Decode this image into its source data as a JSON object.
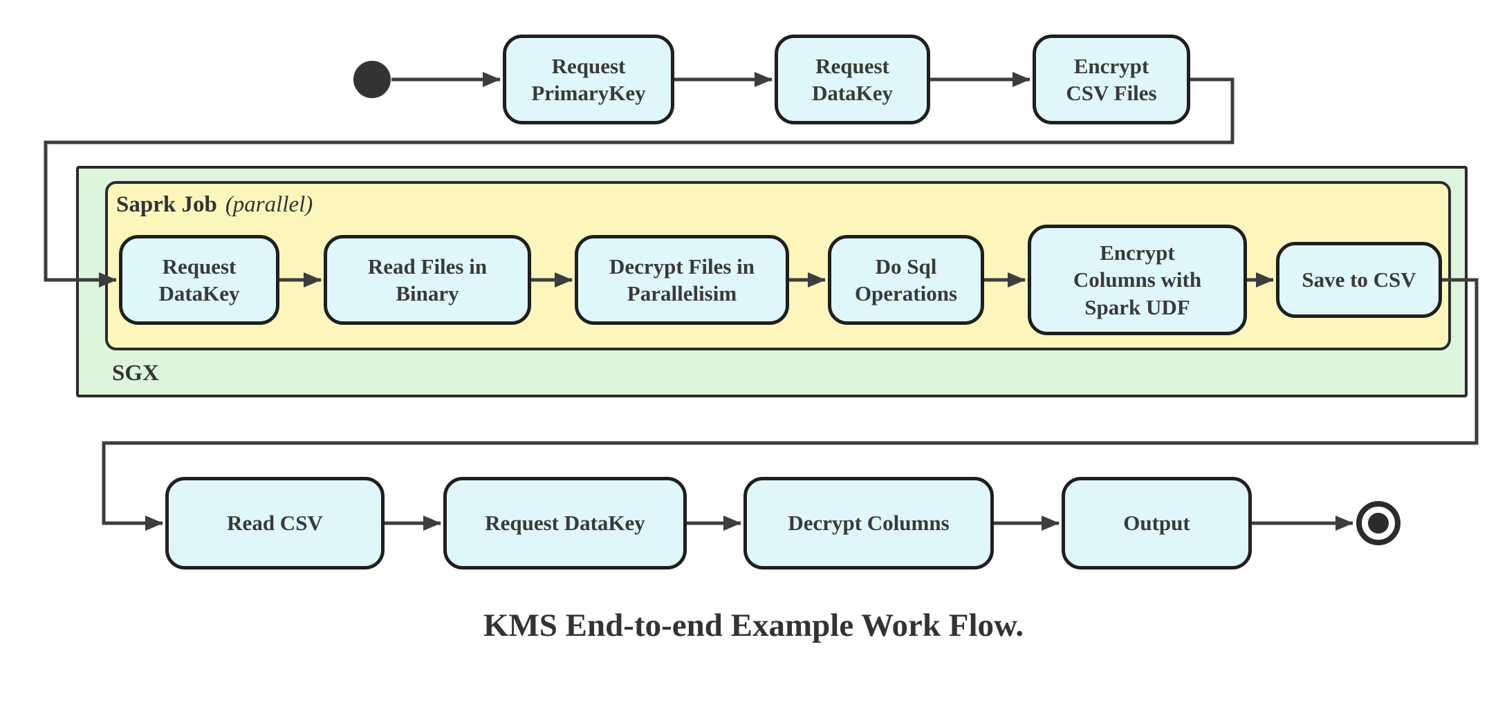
{
  "diagram": {
    "title": "KMS End-to-end Example Work Flow.",
    "type": "activity-workflow",
    "containers": {
      "sgx": {
        "label": "SGX"
      },
      "spark_job": {
        "label": "Saprk Job",
        "qualifier": "(parallel)"
      }
    },
    "nodes": [
      {
        "id": "request-primarykey",
        "label": "Request\nPrimaryKey"
      },
      {
        "id": "request-datakey-top",
        "label": "Request\nDataKey"
      },
      {
        "id": "encrypt-csv-files",
        "label": "Encrypt\nCSV Files"
      },
      {
        "id": "request-datakey-sgx",
        "label": "Request\nDataKey"
      },
      {
        "id": "read-files-in-binary",
        "label": "Read Files in\nBinary"
      },
      {
        "id": "decrypt-files-in-parallelisim",
        "label": "Decrypt Files in\nParallelisim"
      },
      {
        "id": "do-sql-operations",
        "label": "Do Sql\nOperations"
      },
      {
        "id": "encrypt-columns-with-spark-udf",
        "label": "Encrypt\nColumns with\nSpark UDF"
      },
      {
        "id": "save-to-csv",
        "label": "Save to CSV"
      },
      {
        "id": "read-csv",
        "label": "Read CSV"
      },
      {
        "id": "request-datakey-bottom",
        "label": "Request DataKey"
      },
      {
        "id": "decrypt-columns",
        "label": "Decrypt Columns"
      },
      {
        "id": "output",
        "label": "Output"
      }
    ],
    "edges": [
      {
        "from": "start",
        "to": "request-primarykey"
      },
      {
        "from": "request-primarykey",
        "to": "request-datakey-top"
      },
      {
        "from": "request-datakey-top",
        "to": "encrypt-csv-files"
      },
      {
        "from": "encrypt-csv-files",
        "to": "request-datakey-sgx"
      },
      {
        "from": "request-datakey-sgx",
        "to": "read-files-in-binary"
      },
      {
        "from": "read-files-in-binary",
        "to": "decrypt-files-in-parallelisim"
      },
      {
        "from": "decrypt-files-in-parallelisim",
        "to": "do-sql-operations"
      },
      {
        "from": "do-sql-operations",
        "to": "encrypt-columns-with-spark-udf"
      },
      {
        "from": "encrypt-columns-with-spark-udf",
        "to": "save-to-csv"
      },
      {
        "from": "save-to-csv",
        "to": "read-csv"
      },
      {
        "from": "read-csv",
        "to": "request-datakey-bottom"
      },
      {
        "from": "request-datakey-bottom",
        "to": "decrypt-columns"
      },
      {
        "from": "decrypt-columns",
        "to": "output"
      },
      {
        "from": "output",
        "to": "end"
      }
    ]
  },
  "colors": {
    "node_fill": "#dff6fa",
    "node_border": "#1f1f1f",
    "edge": "#3d3d3d",
    "sgx_fill": "#ddf5dd",
    "spark_fill": "#fcf6bd",
    "text": "#3a3a3a"
  }
}
